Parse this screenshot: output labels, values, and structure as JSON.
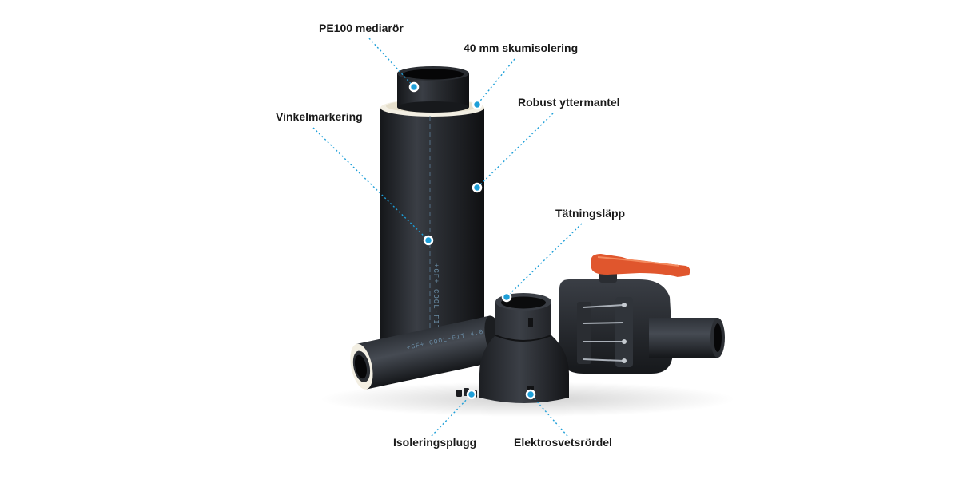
{
  "labels": {
    "pe100": "PE100 mediarör",
    "foam": "40 mm skumisolering",
    "outer": "Robust yttermantel",
    "angle": "Vinkelmarkering",
    "seal": "Tätningsläpp",
    "plug": "Isoleringsplugg",
    "socket": "Elektrosvetsrördel"
  },
  "pipe_marking": {
    "vertical": "+GF+ COOL-FIT",
    "horizontal": "+GF+ COOL-FIT 4.0"
  },
  "colors": {
    "callout": "#1e9fd8",
    "pipe": "#24272c",
    "handle": "#e0562d",
    "foam": "#f3efe3"
  }
}
